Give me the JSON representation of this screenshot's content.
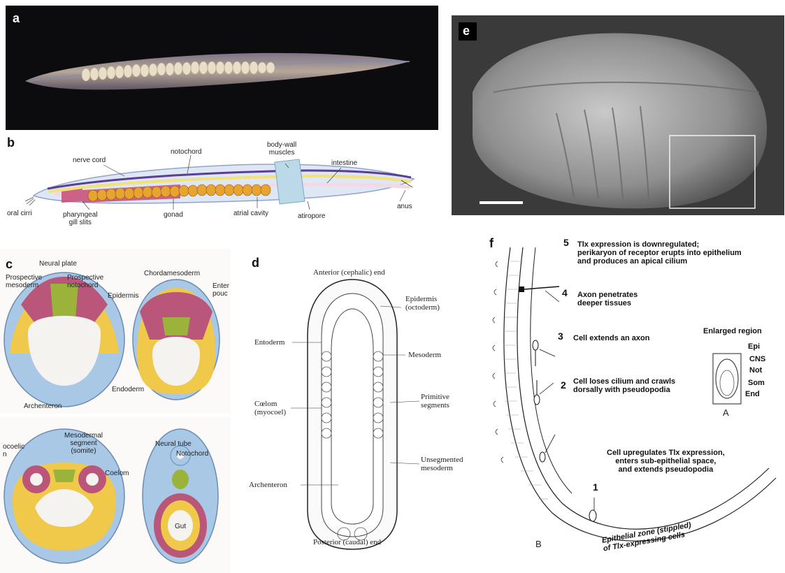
{
  "panels": {
    "a": {
      "label": "a"
    },
    "b": {
      "label": "b",
      "labels": {
        "nerve_cord": "nerve cord",
        "notochord": "notochord",
        "body_wall_muscles": "body-wall\nmuscles",
        "intestine": "intestine",
        "oral_cirri": "oral cirri",
        "pharyngeal_gill_slits": "pharyngeal\ngill slits",
        "gonad": "gonad",
        "atrial_cavity": "atrial cavity",
        "atiropore": "atiropore",
        "anus": "anus"
      }
    },
    "c": {
      "label": "c",
      "labels": {
        "neural_plate": "Neural plate",
        "prospective_mesoderm": "Prospective\nmesoderm",
        "prospective_notochord": "Prospective\nnotochord",
        "chordamesoderm": "Chordamesoderm",
        "enteric_pouch": "Enter\npouc",
        "epidermis": "Epidermis",
        "endoderm": "Endoderm",
        "archenteron": "Archenteron",
        "enterocoelic": "ocoelic\nn",
        "mesodermal_segment": "Mesodermal\nsegment\n(somite)",
        "neural_tube": "Neural tube",
        "notochord": "Notochord",
        "coelom": "Coelom",
        "gut": "Gut"
      }
    },
    "d": {
      "label": "d",
      "labels": {
        "anterior": "Anterior (cephalic) end",
        "epidermis": "Epidermis\n(octoderm)",
        "entoderm": "Entoderm",
        "mesoderm": "Mesoderm",
        "coelom": "Cœlom\n(myocoel)",
        "primitive_segments": "Primitive\nsegments",
        "unsegmented_mesoderm": "Unsegmented\nmesoderm",
        "archenteron": "Archenteron",
        "posterior": "Posterior (caudal) end"
      }
    },
    "e": {
      "label": "e"
    },
    "f": {
      "label": "f",
      "steps": [
        {
          "num": "5",
          "text": "Tlx expression is downregulated;\nperikaryon of receptor erupts into epithelium\nand produces an apical cilium"
        },
        {
          "num": "4",
          "text": "Axon penetrates\ndeeper tissues"
        },
        {
          "num": "3",
          "text": "Cell extends an axon"
        },
        {
          "num": "2",
          "text": "Cell loses cilium and crawls\ndorsally with pseudopodia"
        },
        {
          "num": "1",
          "text": "Cell upregulates Tlx expression,\nenters sub-epithelial space,\nand extends pseudopodia"
        }
      ],
      "inset": {
        "title": "Enlarged region",
        "items": [
          "Epi",
          "CNS",
          "Not",
          "Som",
          "End"
        ],
        "letter": "A"
      },
      "bottom_letter": "B",
      "zone_label": "Epithelial zone (stippled)\nof Tlx-expressing cells"
    }
  }
}
